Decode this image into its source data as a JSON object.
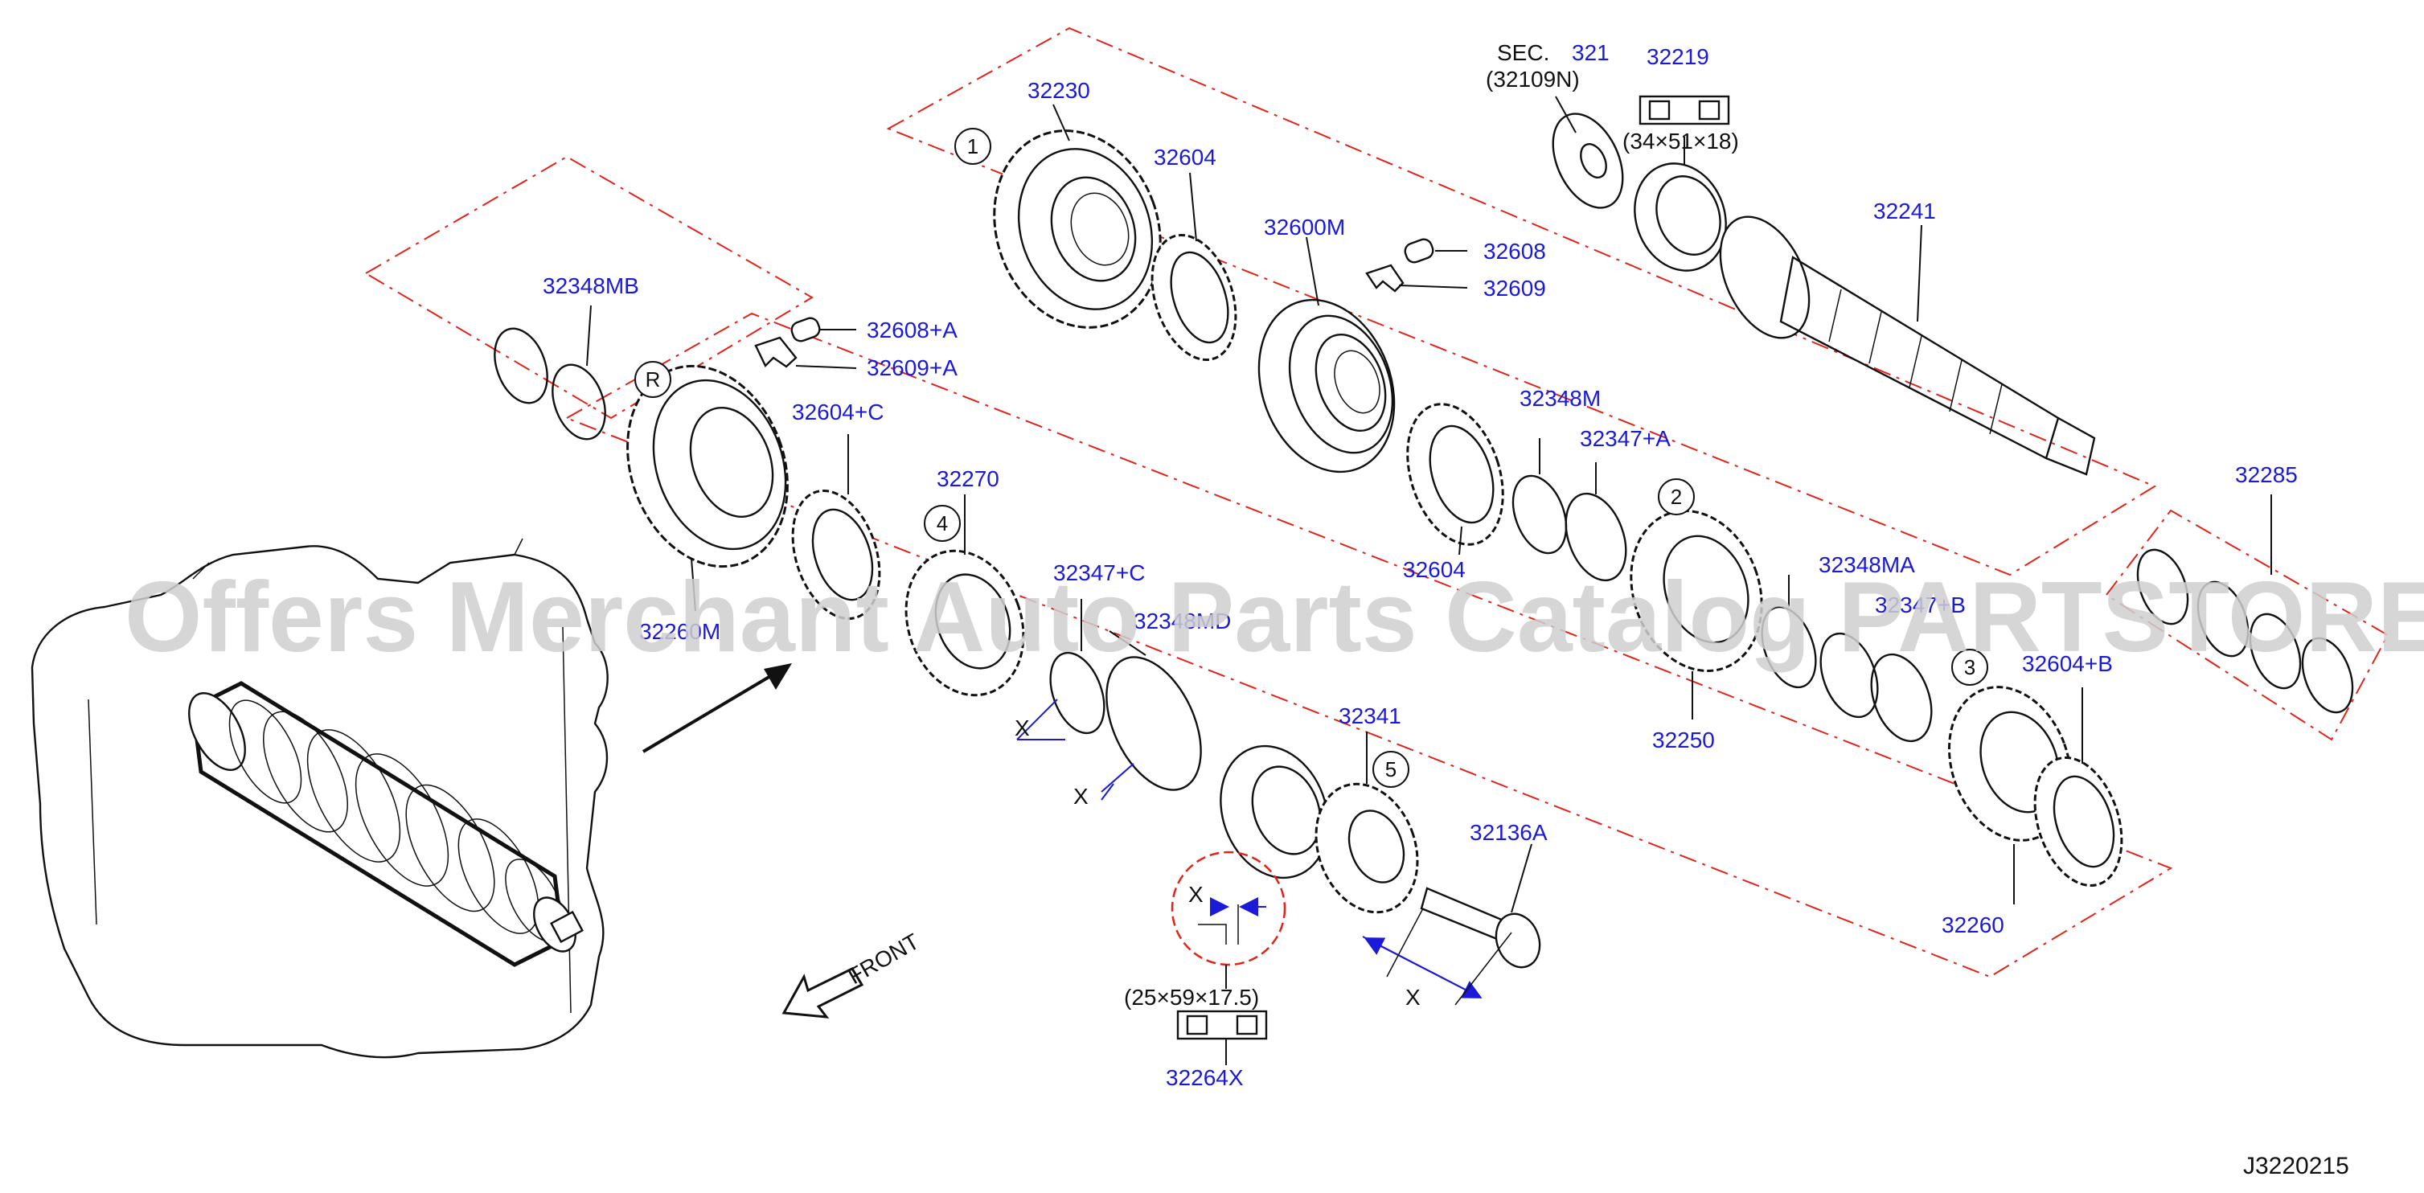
{
  "labels": {
    "sec_label": "SEC.",
    "sec_ref": "321",
    "sec_sub": "(32109N)",
    "p32219": "32219",
    "p32219_dims": "(34×51×18)",
    "p32230": "32230",
    "p32604_top": "32604",
    "p32600M": "32600M",
    "p32608": "32608",
    "p32609": "32609",
    "p32241": "32241",
    "p32348MB": "32348MB",
    "p32608A": "32608+A",
    "p32609A": "32609+A",
    "p32604C": "32604+C",
    "p32270": "32270",
    "p32604_mid": "32604",
    "p32348M": "32348M",
    "p32347A": "32347+A",
    "p32347C": "32347+C",
    "p32348MD": "32348MD",
    "p32348MA": "32348MA",
    "p32347B": "32347+B",
    "p32285": "32285",
    "p32250": "32250",
    "p32604B": "32604+B",
    "p32260": "32260",
    "p32341": "32341",
    "p32136A": "32136A",
    "p32264X_dims": "(25×59×17.5)",
    "p32264X": "32264X",
    "p32260_lower": "32260M",
    "front": "FRONT",
    "x_mark": "X",
    "diagram_code": "J3220215"
  },
  "callouts": {
    "c1": "1",
    "c2": "2",
    "c3": "3",
    "c4": "4",
    "c5": "5",
    "cR": "R"
  },
  "watermark": "Offers Merchant Auto Parts Catalog PARTSTORE.SA",
  "colors": {
    "part_number": "#1a1ad8",
    "outline_dash": "#e2231a",
    "watermark": "#cfcfcf"
  }
}
